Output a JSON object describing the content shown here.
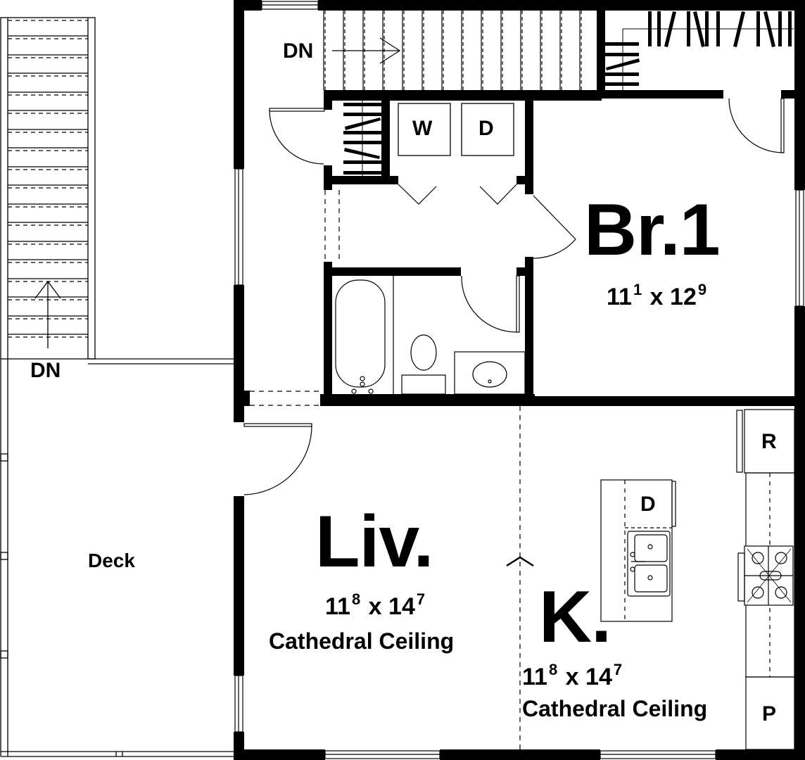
{
  "plan": {
    "type": "floor-plan",
    "colors": {
      "wall": "#000000",
      "line": "#000000",
      "background": "#ffffff"
    }
  },
  "rooms": {
    "bedroom": {
      "name": "Br.1",
      "width_ft": "11",
      "width_in": "1",
      "length_ft": "12",
      "length_in": "9",
      "x_sep": "x"
    },
    "living": {
      "name": "Liv.",
      "width_ft": "11",
      "width_in": "8",
      "length_ft": "14",
      "length_in": "7",
      "x_sep": "x",
      "note": "Cathedral Ceiling"
    },
    "kitchen": {
      "name": "K.",
      "width_ft": "11",
      "width_in": "8",
      "length_ft": "14",
      "length_in": "7",
      "x_sep": "x",
      "note": "Cathedral Ceiling"
    },
    "deck": {
      "name": "Deck"
    }
  },
  "stairs": {
    "interior": {
      "label": "DN"
    },
    "exterior": {
      "label": "DN"
    }
  },
  "appliances": {
    "washer": "W",
    "dryer": "D",
    "dishwasher": "D",
    "refrigerator": "R",
    "pantry": "P"
  }
}
